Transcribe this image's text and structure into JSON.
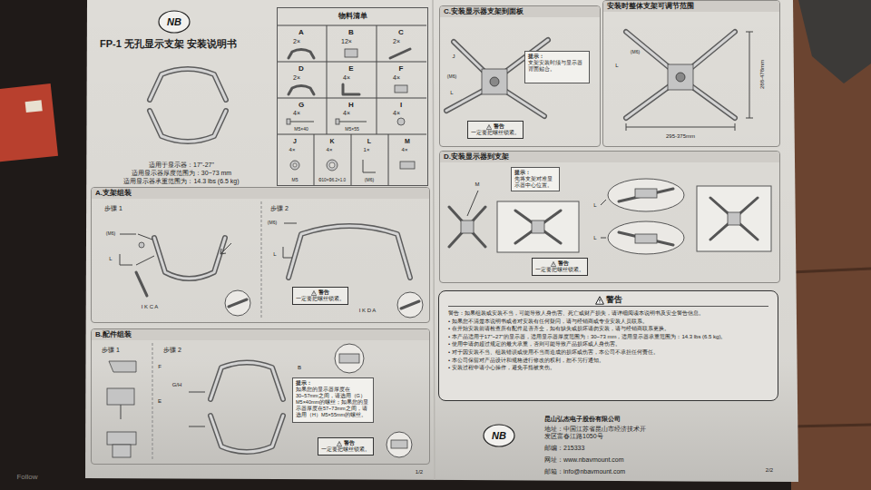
{
  "diagram": {
    "title": "FP-1 无孔显示支架 安装说明书",
    "nodes": [
      {
        "text": [
          "物料清单"
        ]
      },
      {
        "text": [
          "A.支架组装"
        ]
      },
      {
        "text": [
          "警告",
          "一定要把螺丝锁紧。"
        ],
        "in": 1
      },
      {
        "text": [
          "B.配件组装"
        ]
      },
      {
        "text": [
          "提示：",
          "如果您的显示器厚度在30~57mm之间，请选用（G）M5×40mm的螺丝；如果您的显示器厚度在57~73mm之间，请选用（H）M5×55mm的螺丝。"
        ],
        "in": 3
      },
      {
        "text": [
          "警告",
          "一定要把螺丝锁紧。"
        ],
        "in": 3
      },
      {
        "text": [
          "C.安装显示器支架到面板"
        ]
      },
      {
        "text": [
          "提示：",
          "支架安装时须与显示器背面贴合。"
        ],
        "in": 6
      },
      {
        "text": [
          "警告",
          "一定要把螺丝锁紧。"
        ],
        "in": 6
      },
      {
        "text": [
          "安装时整体支架可调节范围"
        ]
      },
      {
        "text": [
          "D.安装显示器到支架"
        ]
      },
      {
        "text": [
          "提示：",
          "先将支架对准显示器中心位置。"
        ],
        "in": 10
      },
      {
        "text": [
          "警告",
          "一定要把螺丝锁紧。"
        ],
        "in": 10
      },
      {
        "text": [
          "警告",
          "警告：如果组装或安装不当，可能导致人身伤害、死亡或财产损失，请详细阅读本说明书及安全警告信息。",
          "• 如果您不清楚本说明书或者对安装有任何疑问，请与经销商或专业安装人员联系。",
          "• 在开始安装前请检查所有配件是否齐全，如有缺失或损坏请勿安装，请与经销商联系更换。",
          "• 本产品适用于17\"~27\"的显示器，适用显示器厚度范围为：30~73 mm，适用显示器承重范围为：14.3 lbs (6.5 kg)。",
          "• 使用中请勿超过规定的最大承重，否则可能导致产品损坏或人身伤害。",
          "• 对于因安装不当、组装错误或使用不当而造成的损坏或伤害，本公司不承担任何责任。",
          "• 本公司保留对产品设计和规格进行修改的权利，恕不另行通知。",
          "• 安装过程中请小心操作，避免手指被夹伤。"
        ]
      }
    ],
    "labels": [
      "NB",
      "适用于显示器：17\"-27\"",
      "适用显示器厚度范围为：30~73 mm",
      "适用显示器承重范围为：14.3 lbs (6.5 kg)",
      "A",
      "2×",
      "B",
      "12×",
      "C",
      "2×",
      "D",
      "2×",
      "E",
      "4×",
      "F",
      "4×",
      "G",
      "4×",
      "M5×40",
      "H",
      "4×",
      "M5×55",
      "I",
      "4×",
      "J",
      "4×",
      "M5",
      "K",
      "4×",
      "Φ10×Φ6.2×1.0",
      "L",
      "1×",
      "(M6)",
      "M",
      "4×",
      "步骤 1",
      "(M6)",
      "L",
      "I K C A",
      "步骤 2",
      "(M6)",
      "L",
      "I K D A",
      "步骤 1",
      "F",
      "E",
      "步骤 2",
      "G/H",
      "B",
      "1/2",
      "J",
      "(M6)",
      "L",
      "(M6)",
      "L",
      "295-375mm",
      "288-478mm",
      "M",
      "L",
      "L",
      "NB",
      "昆山弘杰电子股份有限公司",
      "地址：中国江苏省昆山市经济技术开发区富春江路1050号",
      "邮编：215333",
      "网址：www.nbavmount.com",
      "邮箱：info@nbavmount.com",
      "2/2",
      "Follow"
    ]
  }
}
